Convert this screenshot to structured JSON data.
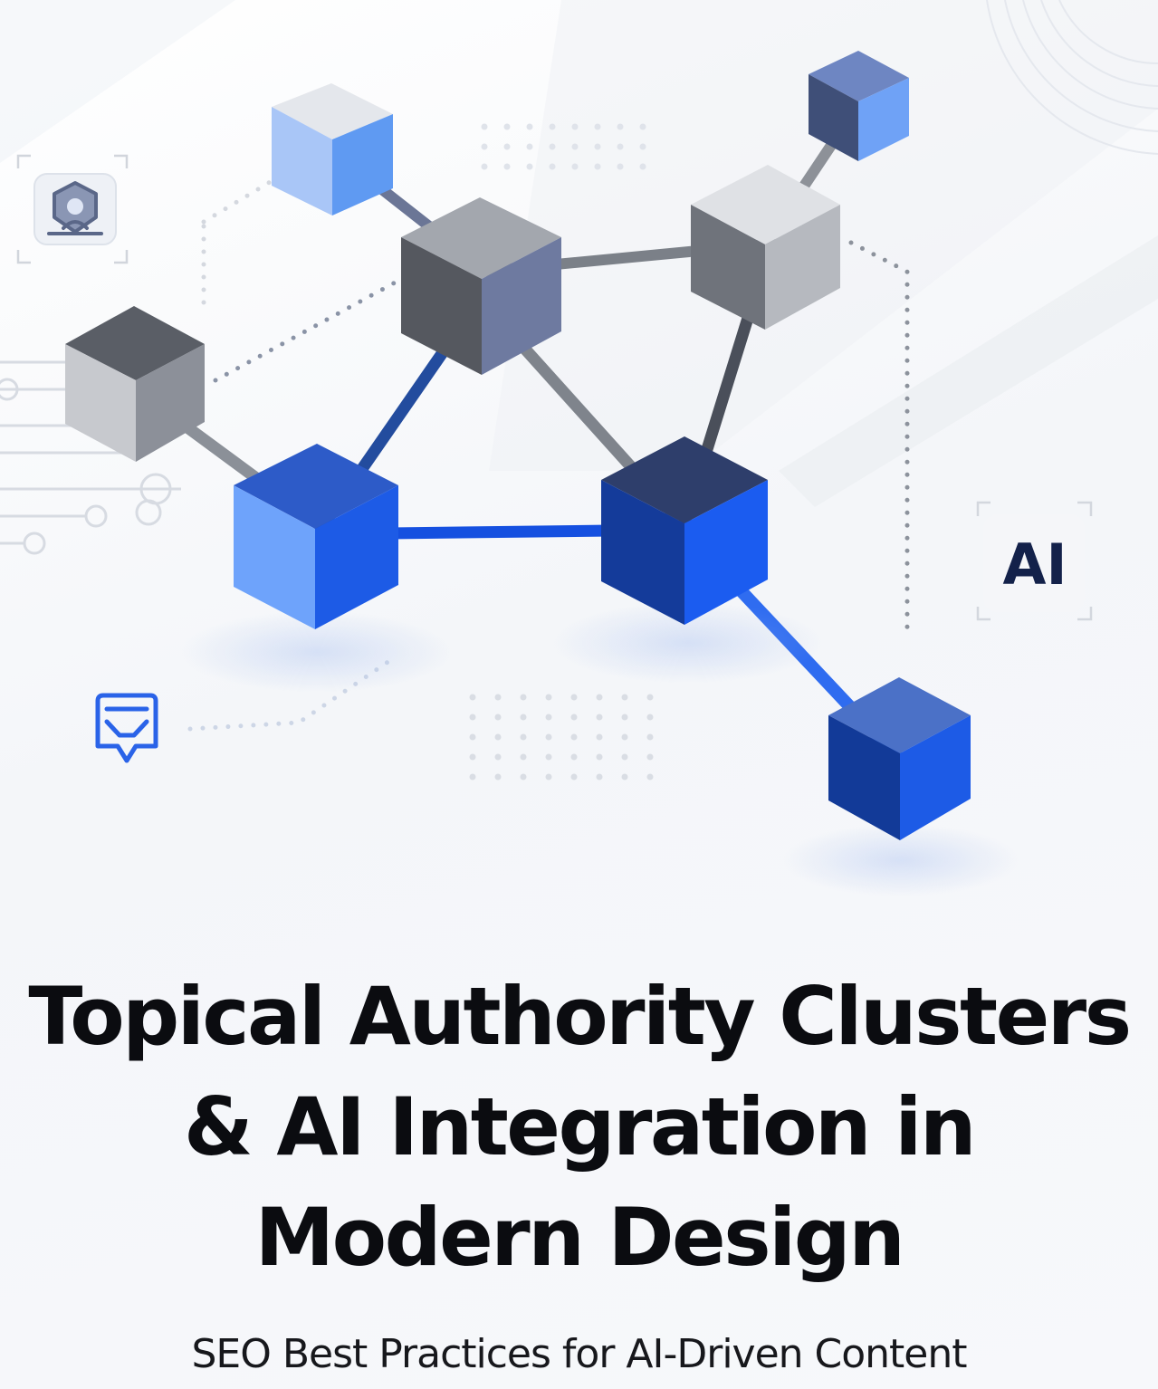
{
  "illustration": {
    "badge_text": "AI",
    "icons": [
      "shield-icon",
      "chat-icon"
    ],
    "accent_color": "#1a5cf5",
    "node_colors": {
      "gray": "#8f949d",
      "blue": "#2b6ef7",
      "dark_blue": "#133c9c",
      "light_blue": "#8db5f7"
    }
  },
  "title": {
    "line1": "Topical Authority Clusters",
    "line2": "& AI Integration in",
    "line3": "Modern Design"
  },
  "subtitle": "SEO Best Practices for AI-Driven Content"
}
